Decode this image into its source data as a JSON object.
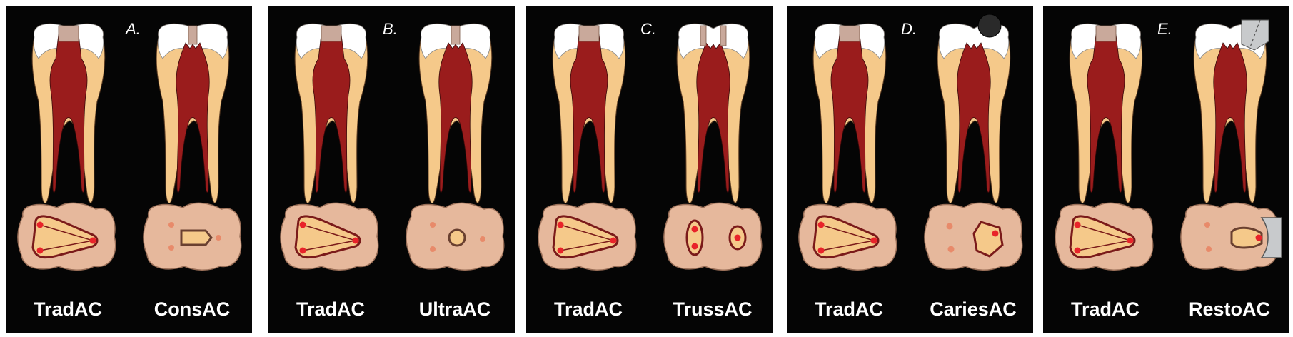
{
  "panels": [
    {
      "letter": "A.",
      "left_label": "TradAC",
      "right_label": "ConsAC",
      "right_variant": "cons"
    },
    {
      "letter": "B.",
      "left_label": "TradAC",
      "right_label": "UltraAC",
      "right_variant": "ultra"
    },
    {
      "letter": "C.",
      "left_label": "TradAC",
      "right_label": "TrussAC",
      "right_variant": "truss"
    },
    {
      "letter": "D.",
      "left_label": "TradAC",
      "right_label": "CariesAC",
      "right_variant": "caries"
    },
    {
      "letter": "E.",
      "left_label": "TradAC",
      "right_label": "RestoAC",
      "right_variant": "resto"
    }
  ],
  "colors": {
    "background": "#050505",
    "enamel": "#ffffff",
    "dentin": "#f5c98a",
    "pulp": "#9a1c1c",
    "access_cavity": "#c9a99b",
    "orifice": "#e8232a",
    "crown_occlusal": "#e6b89c",
    "caries": "#2a2a2a",
    "restoration": "#c8cacc"
  },
  "icons": [
    "molar-tooth-sagittal",
    "molar-occlusal-view",
    "canal-orifice-dot"
  ]
}
